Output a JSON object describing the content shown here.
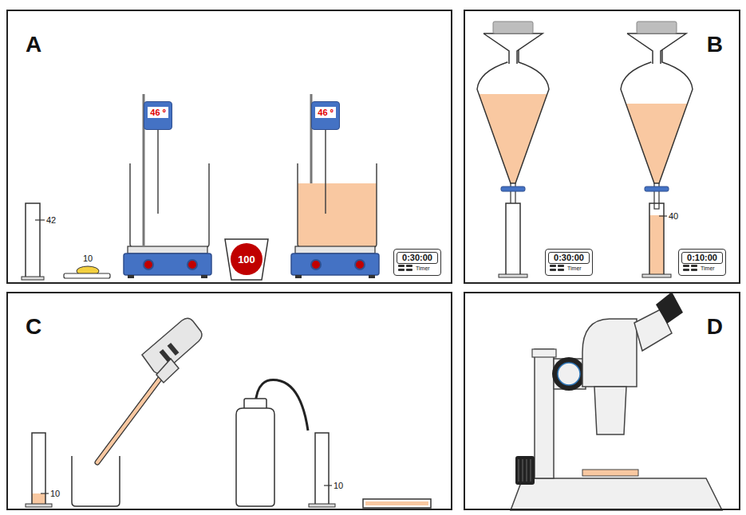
{
  "diagram": {
    "nodes": [
      {
        "text": [
          "A"
        ]
      },
      {
        "text": [
          "46 º"
        ],
        "in": 0
      },
      {
        "text": [
          "46 º"
        ],
        "in": 0
      },
      {
        "text": [
          "0:30:00",
          "Timer"
        ],
        "in": 0
      },
      {
        "text": [
          "B"
        ]
      },
      {
        "text": [
          "0:30:00",
          "Timer"
        ],
        "in": 4
      },
      {
        "text": [
          "0:10:00",
          "Timer"
        ],
        "in": 4
      },
      {
        "text": [
          "C"
        ]
      },
      {
        "text": [
          "D"
        ]
      }
    ],
    "edges": [],
    "labels": [
      "42",
      "10",
      "100",
      "40",
      "10",
      "10"
    ]
  }
}
